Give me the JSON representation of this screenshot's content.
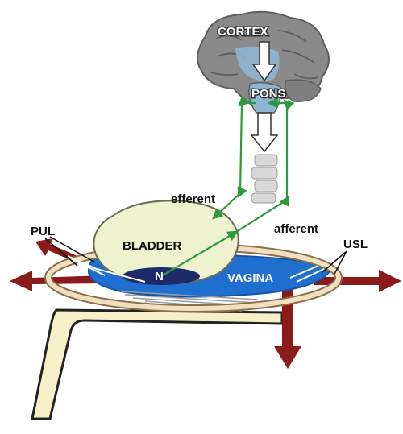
{
  "labels": {
    "cortex": "CORTEX",
    "pons": "PONS",
    "efferent": "efferent",
    "afferent": "afferent",
    "bladder": "BLADDER",
    "n": "N",
    "vagina": "VAGINA",
    "pul": "PUL",
    "usl": "USL"
  },
  "colors": {
    "brain": "#8a8a8a",
    "brain_dark": "#5f5f5f",
    "brain_highlight": "#8fb7d3",
    "nerve_path": "#2e9a3e",
    "spine": "#bdbdbd",
    "bladder_fill": "#eef2cf",
    "bladder_stroke": "#6b6b52",
    "n_fill": "#1f2a6b",
    "vagina_fill": "#1f6fd1",
    "ring_fill": "#f0dfc0",
    "ring_stroke": "#8b6f4a",
    "arrows": "#8b1a1a",
    "bone_fill": "#f6f0c8"
  },
  "icons": {
    "brain": "brain-icon",
    "spinal_cord": "spinal-cord-icon"
  }
}
